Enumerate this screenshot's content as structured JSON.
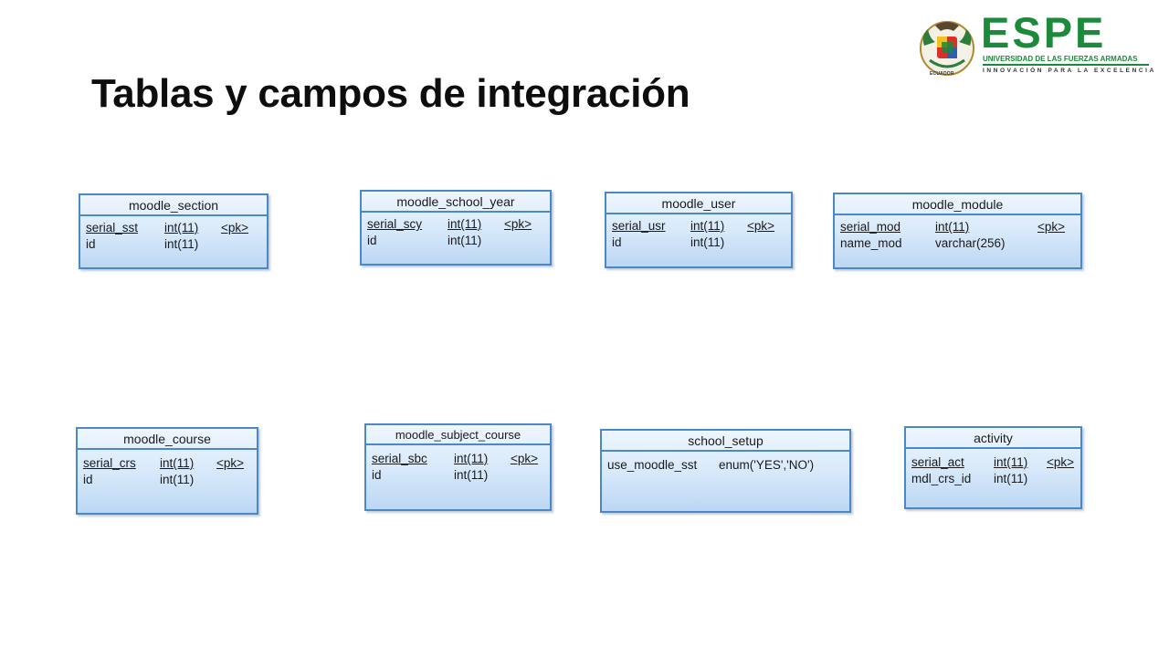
{
  "title": "Tablas y campos de integración",
  "logo": {
    "brand": "ESPE",
    "subtitle": "UNIVERSIDAD DE LAS FUERZAS ARMADAS",
    "tagline": "INNOVACIÓN PARA LA EXCELENCIA",
    "seal_caption": "ECUADOR",
    "color": "#1b8a3a"
  },
  "entities": [
    {
      "name": "moodle_section",
      "rows": [
        {
          "field": "serial_sst",
          "type": "int(11)",
          "key": "<pk>"
        },
        {
          "field": "id",
          "type": "int(11)",
          "key": ""
        }
      ]
    },
    {
      "name": "moodle_school_year",
      "rows": [
        {
          "field": "serial_scy",
          "type": "int(11)",
          "key": "<pk>"
        },
        {
          "field": "id",
          "type": "int(11)",
          "key": ""
        }
      ]
    },
    {
      "name": "moodle_user",
      "rows": [
        {
          "field": "serial_usr",
          "type": "int(11)",
          "key": "<pk>"
        },
        {
          "field": "id",
          "type": "int(11)",
          "key": ""
        }
      ]
    },
    {
      "name": "moodle_module",
      "rows": [
        {
          "field": "serial_mod",
          "type": "int(11)",
          "key": "<pk>"
        },
        {
          "field": "name_mod",
          "type": "varchar(256)",
          "key": ""
        }
      ]
    },
    {
      "name": "moodle_course",
      "rows": [
        {
          "field": "serial_crs",
          "type": "int(11)",
          "key": "<pk>"
        },
        {
          "field": "id",
          "type": "int(11)",
          "key": ""
        }
      ]
    },
    {
      "name": "moodle_subject_course",
      "rows": [
        {
          "field": "serial_sbc",
          "type": "int(11)",
          "key": "<pk>"
        },
        {
          "field": "id",
          "type": "int(11)",
          "key": ""
        }
      ]
    },
    {
      "name": "school_setup",
      "rows": [
        {
          "field": "use_moodle_sst",
          "type": "enum('YES','NO')",
          "key": ""
        }
      ]
    },
    {
      "name": "activity",
      "rows": [
        {
          "field": "serial_act",
          "type": "int(11)",
          "key": "<pk>"
        },
        {
          "field": "mdl_crs_id",
          "type": "int(11)",
          "key": ""
        }
      ]
    }
  ]
}
